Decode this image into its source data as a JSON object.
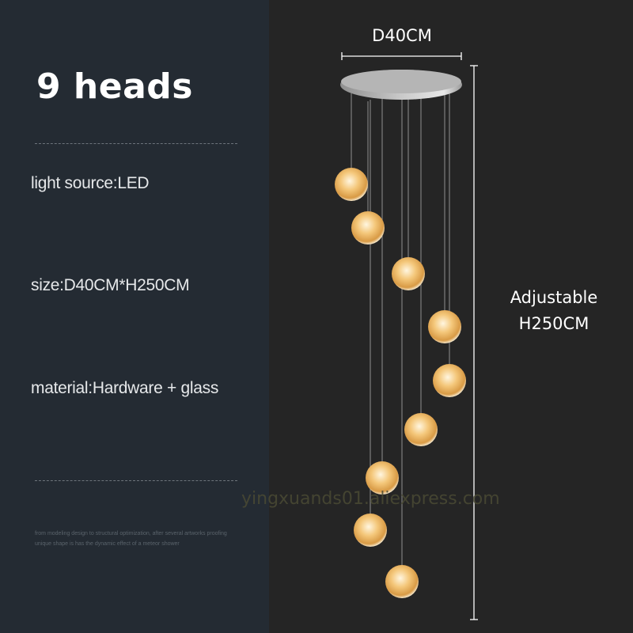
{
  "product": {
    "title": "9 heads",
    "specs": [
      {
        "label": "light source:LED"
      },
      {
        "label": "size:D40CM*H250CM"
      },
      {
        "label": "material:Hardware + glass"
      }
    ],
    "fine_print": [
      "from modeling design to structural optimization, after several artworks proofing",
      "unique shape is has the dynamic effect of a meteor shower"
    ]
  },
  "dimensions": {
    "diameter_label": "D40CM",
    "height_label_line1": "Adjustable",
    "height_label_line2": "H250CM"
  },
  "illustration": {
    "canopy_color": "#b9b9b9",
    "globe_color": "#f2c071",
    "globe_count": 9
  },
  "watermark": "yingxuands01.aliexpress.com",
  "colors": {
    "left_bg": "#242b33",
    "right_bg": "#252525",
    "text": "#ffffff"
  }
}
